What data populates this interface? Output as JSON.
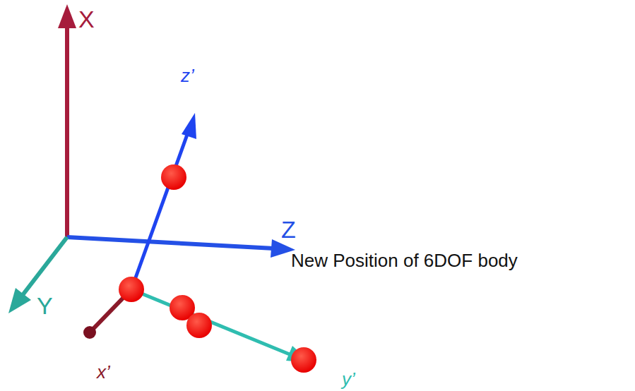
{
  "diagram": {
    "labels": [
      "X",
      "Z",
      "Y",
      "z’",
      "x’",
      "y’",
      "New Position of 6DOF body"
    ]
  }
}
